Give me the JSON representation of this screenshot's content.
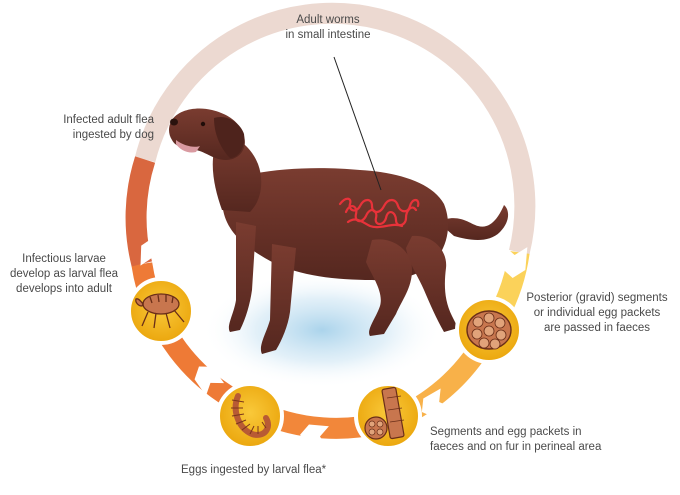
{
  "labels": {
    "adult_worms": [
      "Adult worms",
      "in small intestine"
    ],
    "infected_flea": [
      "Infected adult flea",
      "ingested by dog"
    ],
    "infectious_larvae": [
      "Infectious larvae",
      "develop as larval flea",
      "develops into adult"
    ],
    "posterior_segments": [
      "Posterior (gravid) segments",
      "or individual egg packets",
      "are passed in faeces"
    ],
    "segments_egg_packets": [
      "Segments and egg packets in",
      "faeces and on fur in perineal area"
    ],
    "eggs_ingested": [
      "Eggs ingested by larval flea*"
    ]
  },
  "icons": [
    "adult-flea-icon",
    "flea-larva-icon",
    "egg-packet-icon",
    "gravid-segment-icon",
    "tapeworm-icon",
    "dog-illustration"
  ],
  "colors": {
    "ring_light": "#ecd9d1",
    "ring_yellow": "#fbd25a",
    "ring_orange": "#f2873a",
    "ring_red": "#d9673f",
    "badge": "#f2b616",
    "dog": "#6b3329",
    "worm": "#e8323a"
  }
}
